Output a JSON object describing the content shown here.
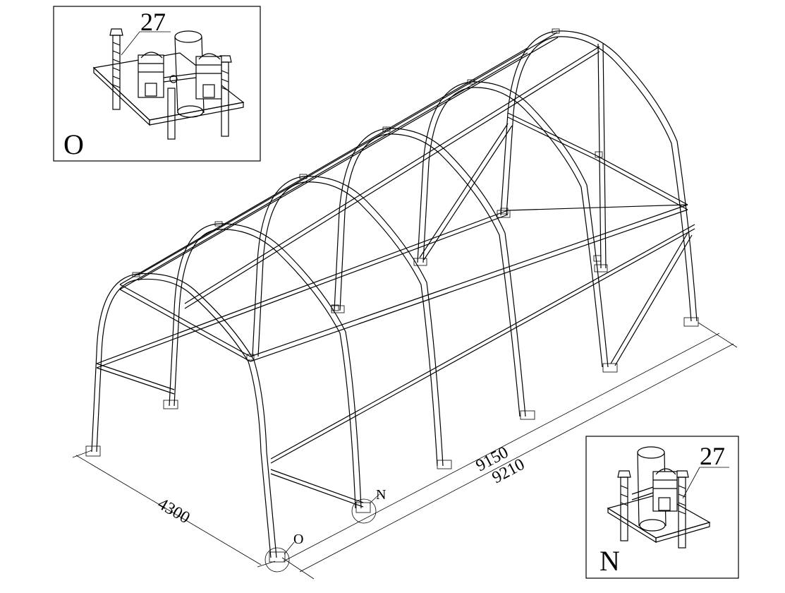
{
  "dimensions": {
    "width_label": "4300",
    "inner_length_label": "9150",
    "outer_length_label": "9210"
  },
  "callouts": {
    "detail_o_marker": "O",
    "detail_n_marker": "N"
  },
  "detail_o": {
    "title": "O",
    "part_number": "27"
  },
  "detail_n": {
    "title": "N",
    "part_number": "27"
  }
}
